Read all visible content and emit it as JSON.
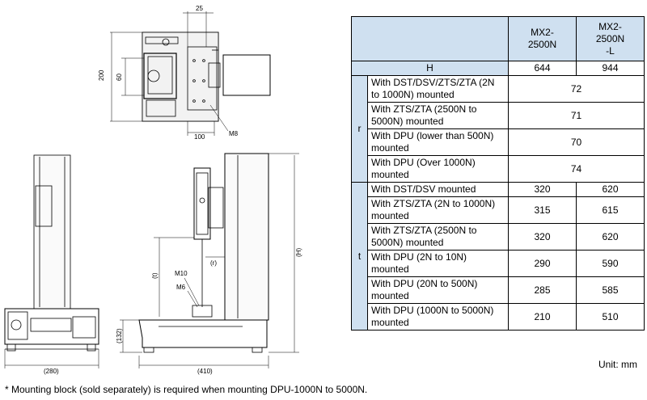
{
  "drawing": {
    "dims": {
      "d25": "25",
      "d200": "200",
      "d60": "60",
      "d100": "100",
      "m8": "M8",
      "m10": "M10",
      "m6": "M6",
      "r": "(r)",
      "t": "(t)",
      "h": "(H)",
      "d132": "(132)",
      "d280": "(280)",
      "d410": "(410)"
    }
  },
  "table": {
    "headers": [
      "MX2-\n2500N",
      "MX2-\n2500N\n-L"
    ],
    "h_row": {
      "label": "H",
      "v1": "644",
      "v2": "944"
    },
    "r_group": {
      "label": "r",
      "rows": [
        {
          "label": "With DST/DSV/ZTS/ZTA (2N to 1000N) mounted",
          "value": "72"
        },
        {
          "label": "With ZTS/ZTA (2500N to 5000N) mounted",
          "value": "71"
        },
        {
          "label": "With DPU (lower than 500N) mounted",
          "value": "70"
        },
        {
          "label": "With DPU (Over 1000N) mounted",
          "value": "74"
        }
      ]
    },
    "t_group": {
      "label": "t",
      "rows": [
        {
          "label": "With DST/DSV mounted",
          "v1": "320",
          "v2": "620"
        },
        {
          "label": "With ZTS/ZTA (2N to 1000N) mounted",
          "v1": "315",
          "v2": "615"
        },
        {
          "label": "With ZTS/ZTA (2500N to 5000N) mounted",
          "v1": "320",
          "v2": "620"
        },
        {
          "label": "With DPU (2N to 10N) mounted",
          "v1": "290",
          "v2": "590"
        },
        {
          "label": "With DPU (20N to 500N) mounted",
          "v1": "285",
          "v2": "585"
        },
        {
          "label": "With DPU (1000N to 5000N) mounted",
          "v1": "210",
          "v2": "510"
        }
      ]
    }
  },
  "unit": "Unit:  mm",
  "footnote": "* Mounting block (sold separately) is required when mounting DPU-1000N to 5000N."
}
